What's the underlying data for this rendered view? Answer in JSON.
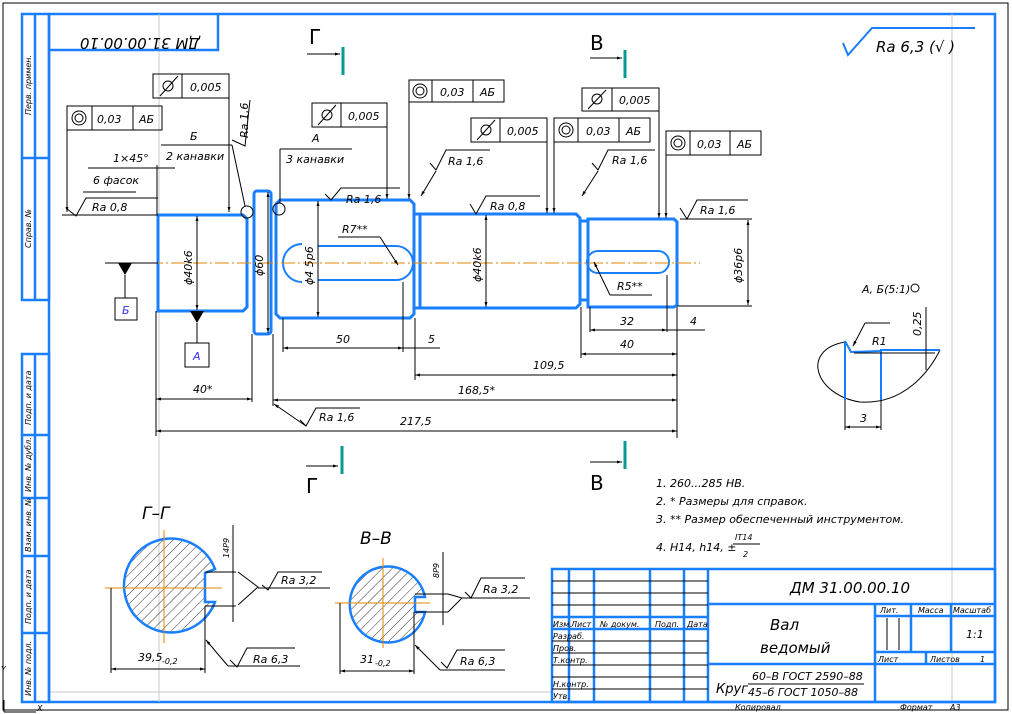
{
  "drawing": {
    "designation": "ДМ 31.00.00.10",
    "designation_mirrored": "ДМ 31.00.00.10",
    "general_roughness": "Ra 6,3 (√ )",
    "sections": {
      "g_label": "Г",
      "v_label": "В",
      "g_title": "Г–Г",
      "v_title": "В–В"
    },
    "tolerances": [
      {
        "id": "runout-left",
        "symbol": "runout",
        "value": "0,005"
      },
      {
        "id": "conc-left",
        "symbol": "concentricity",
        "value": "0,03",
        "datum": "АБ"
      },
      {
        "id": "runout-mid",
        "symbol": "runout",
        "value": "0,005"
      },
      {
        "id": "conc-mid",
        "symbol": "concentricity",
        "value": "0,03",
        "datum": "АБ"
      },
      {
        "id": "runout-right1",
        "symbol": "runout",
        "value": "0,005"
      },
      {
        "id": "conc-right1",
        "symbol": "concentricity",
        "value": "0,03",
        "datum": "АБ"
      },
      {
        "id": "runout-right2",
        "symbol": "runout",
        "value": "0,005"
      },
      {
        "id": "conc-right2",
        "symbol": "concentricity",
        "value": "0,03",
        "datum": "АБ"
      }
    ],
    "roughness": {
      "r08_left": "Ra 0,8",
      "r16_vertical": "Ra 1,6",
      "r16_mid": "Ra 1,6",
      "r16_shoulder": "Ra 1,6",
      "r08_right": "Ra 0,8",
      "r16_right1": "Ra 1,6",
      "r16_right2": "Ra 1,6",
      "r16_bottom": "Ra 1,6",
      "r32_g": "Ra 3,2",
      "r63_g": "Ra 6,3",
      "r32_v": "Ra 3,2",
      "r63_v": "Ra 6,3"
    },
    "notes_left": {
      "chamfer": "1×45°",
      "chamfer_count": "6 фасок",
      "groove_b_letter": "Б",
      "groove_b": "2 канавки",
      "groove_a_letter": "А",
      "groove_a": "3 канавки"
    },
    "datums": {
      "a": "А",
      "b": "Б"
    },
    "diameters": {
      "d40_left": "ϕ40k6",
      "d60": "ϕ60",
      "d45": "ϕ4 5р6",
      "d40_right": "ϕ40k6",
      "d36": "ϕ36р6"
    },
    "radii": {
      "r7": "R7**",
      "r5": "R5**",
      "r1": "R1"
    },
    "dimensions": {
      "d50": "50",
      "d5": "5",
      "d32": "32",
      "d4": "4",
      "d40": "40",
      "d109": "109,5",
      "d168": "168,5*",
      "d217": "217,5",
      "d40s": "40*",
      "sec_g": "39,5",
      "sec_g_tol": "-0,2",
      "sec_v": "31",
      "sec_v_tol": "-0,2",
      "key_g": "14Р9",
      "key_v": "8Р9",
      "detail_depth": "0,25",
      "detail_width": "3",
      "detail_label": "А, Б(5:1)"
    },
    "notes": [
      "1. 260...285 НВ.",
      "2.  * Размеры для справок.",
      "3.  ** Размер обеспеченный инструментом.",
      "4. H14, h14, ±"
    ],
    "note4_fraction": {
      "num": "IT14",
      "den": "2"
    }
  },
  "title_block": {
    "designation": "ДМ 31.00.00.10",
    "name_line1": "Вал",
    "name_line2": "ведомый",
    "material_prefix": "Круг",
    "material_top": "60–В ГОСТ 2590–88",
    "material_bottom": "45–б ГОСТ 1050–88",
    "headers": {
      "izm": "Изм.",
      "list": "Лист",
      "ndoc": "№ докум.",
      "podp": "Подп.",
      "data": "Дата"
    },
    "roles": [
      "Разраб.",
      "Пров.",
      "Т.контр.",
      "",
      "Н.контр.",
      "Утв."
    ],
    "lit": "Лит.",
    "massa": "Масса",
    "masshtab": "Масштаб",
    "scale": "1:1",
    "sheet": "Лист",
    "sheets": "Листов",
    "sheets_value": "1",
    "copied": "Копировал",
    "format": "Формат",
    "format_value": "А3"
  },
  "side_stamp": [
    "Перв. примен.",
    "Справ. №",
    "Подп. и дата",
    "Инв. № дубл.",
    "Взам. инв. №",
    "Подп. и дата",
    "Инв. № подл."
  ],
  "corner_axes": {
    "x": "X",
    "y": "Y"
  }
}
